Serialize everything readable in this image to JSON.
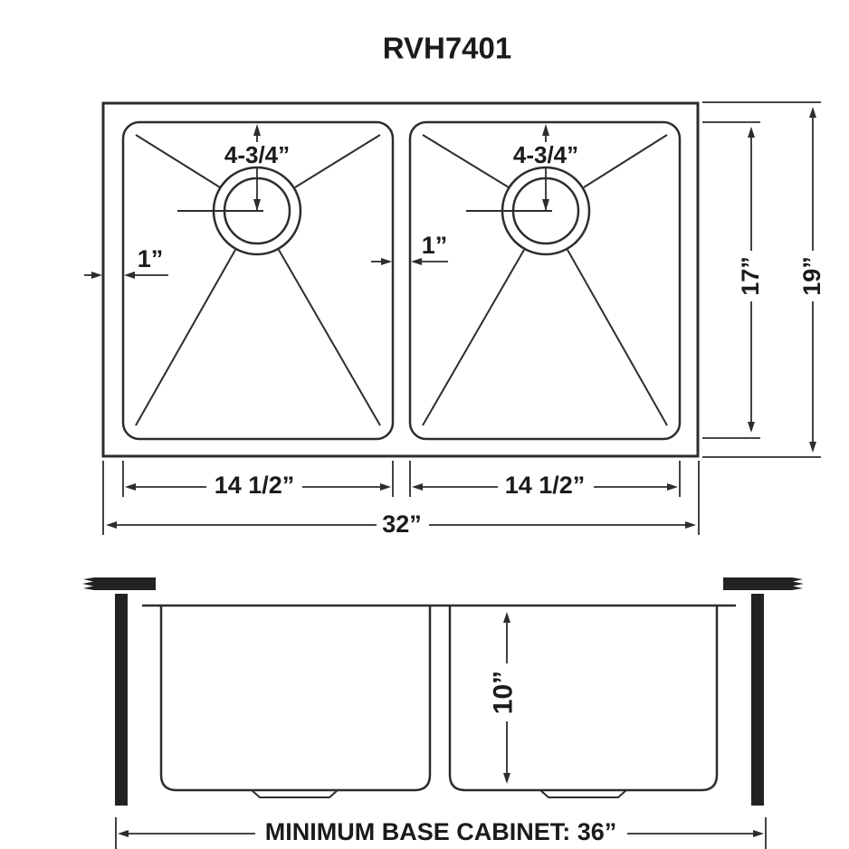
{
  "title": "RVH7401",
  "colors": {
    "line": "#2d2d2d",
    "text": "#1b1b1b",
    "background": "#ffffff"
  },
  "top_view": {
    "left_bowl": {
      "drain_offset": "4-3/4”",
      "width": "14 1/2”"
    },
    "right_bowl": {
      "drain_offset": "4-3/4”",
      "width": "14 1/2”"
    },
    "edge_reveal_left": "1”",
    "edge_reveal_center": "1”",
    "bowl_front_to_back": "17”",
    "overall_front_to_back": "19”",
    "overall_width": "32”"
  },
  "front_view": {
    "bowl_depth": "10”",
    "base_cabinet_note": "MINIMUM BASE CABINET: 36”"
  }
}
